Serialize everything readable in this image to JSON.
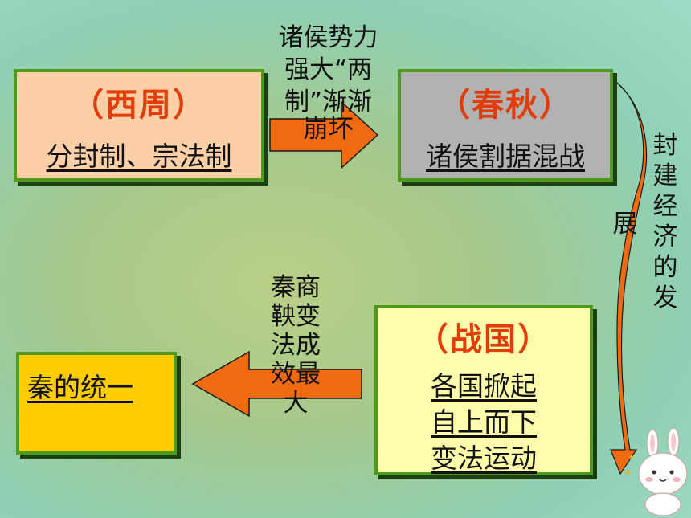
{
  "zhou": {
    "title": "（西周）",
    "text": "分封制、宗法制"
  },
  "chunqiu": {
    "title": "（春秋）",
    "text": "诸侯割据混战"
  },
  "zhanguo": {
    "title": "（战国）",
    "lines": [
      "各国掀起",
      "自上而下",
      "变法运动"
    ]
  },
  "qin": {
    "text": "秦的统一"
  },
  "arrow1": {
    "lines": [
      "诸侯势力",
      "强大“两",
      "制”渐渐",
      "崩坏"
    ]
  },
  "arrow2": {
    "top": "封建经济的发",
    "side": "展"
  },
  "arrow3": {
    "lines": [
      "秦商",
      "鞅变",
      "法成",
      "效最",
      "大"
    ]
  },
  "colors": {
    "green_border": "#4e9a1a",
    "arrow": "#f06a10",
    "title_red": "#e03d0b"
  }
}
